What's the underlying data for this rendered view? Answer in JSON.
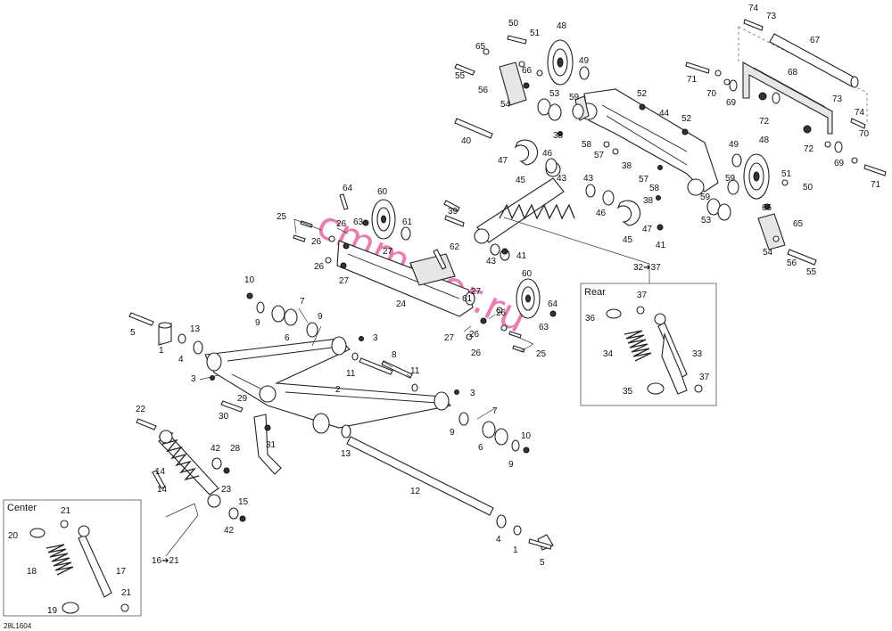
{
  "diagram": {
    "code": "28L1604",
    "watermark": "cmmotor.ru",
    "insets": {
      "rear": {
        "title": "Rear",
        "range": "32➔37"
      },
      "center": {
        "title": "Center",
        "range": "16➔21"
      }
    },
    "callouts": {
      "c1": "1",
      "c2": "2",
      "c3": "3",
      "c4": "4",
      "c5": "5",
      "c6": "6",
      "c7": "7",
      "c8": "8",
      "c9": "9",
      "c10": "10",
      "c11": "11",
      "c12": "12",
      "c13": "13",
      "c14": "14",
      "c15": "15",
      "c17": "17",
      "c18": "18",
      "c19": "19",
      "c20": "20",
      "c21": "21",
      "c22": "22",
      "c23": "23",
      "c24": "24",
      "c25": "25",
      "c26": "26",
      "c27": "27",
      "c28": "28",
      "c29": "29",
      "c30": "30",
      "c31": "31",
      "c33": "33",
      "c34": "34",
      "c35": "35",
      "c36": "36",
      "c37": "37",
      "c38": "38",
      "c39": "39",
      "c40": "40",
      "c41": "41",
      "c42": "42",
      "c43": "43",
      "c44": "44",
      "c45": "45",
      "c46": "46",
      "c47": "47",
      "c48": "48",
      "c49": "49",
      "c50": "50",
      "c51": "51",
      "c52": "52",
      "c53": "53",
      "c54": "54",
      "c55": "55",
      "c56": "56",
      "c57": "57",
      "c58": "58",
      "c59": "59",
      "c60": "60",
      "c61": "61",
      "c62": "62",
      "c63": "63",
      "c64": "64",
      "c65": "65",
      "c66": "66",
      "c67": "67",
      "c68": "68",
      "c69": "69",
      "c70": "70",
      "c71": "71",
      "c72": "72",
      "c73": "73",
      "c74": "74"
    }
  }
}
